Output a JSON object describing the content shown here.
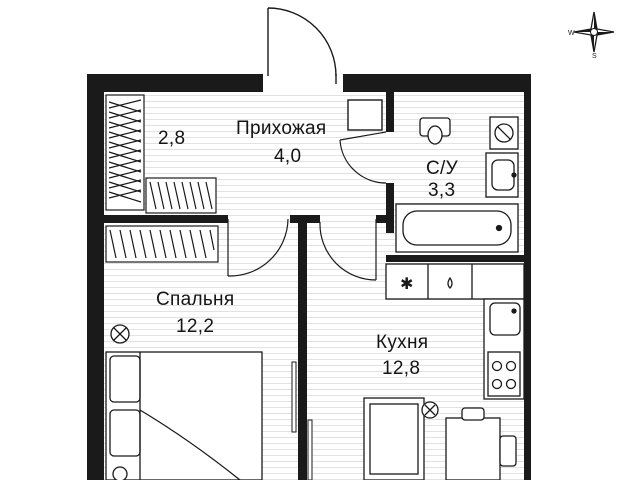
{
  "rooms": {
    "closet": {
      "area": "2,8"
    },
    "hallway": {
      "name": "Прихожая",
      "area": "4,0"
    },
    "bathroom": {
      "name": "С/У",
      "area": "3,3"
    },
    "bedroom": {
      "name": "Спальня",
      "area": "12,2"
    },
    "kitchen": {
      "name": "Кухня",
      "area": "12,8"
    }
  },
  "compass": {
    "west": "W",
    "south": "S"
  },
  "icons": [
    "compass-icon",
    "toilet-icon",
    "sink-icon",
    "bathtub-icon",
    "washing-machine-icon",
    "fridge-icon",
    "stove-icon",
    "bed-icon",
    "armchair-icon",
    "table-icon"
  ],
  "colors": {
    "wall": "#1a1a1a",
    "floor": "#ffffff",
    "hatch": "#1a1a1a",
    "fixture_stroke": "#2a2a2a"
  }
}
